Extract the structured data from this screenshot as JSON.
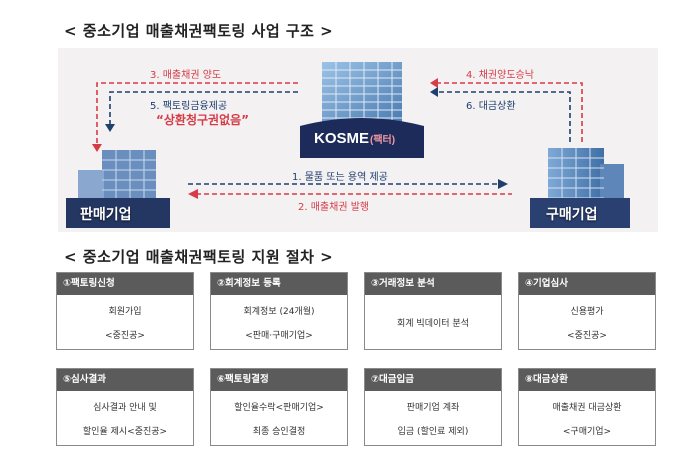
{
  "structure": {
    "title": "< 중소기업 매출채권팩토링 사업 구조 >",
    "labels": {
      "assign": "3. 매출채권 양도",
      "funding": "5. 팩토링금융제공",
      "no_recourse": "“상환청구권없음”",
      "approval": "4. 채권양도승낙",
      "repay": "6. 대금상환",
      "supply": "1. 물품 또는 용역 제공",
      "issue": "2. 매출채권 발행"
    },
    "center": {
      "logo_text": "KOSME",
      "logo_tag": "팩터"
    },
    "seller": "판매기업",
    "buyer": "구매기업"
  },
  "procedure": {
    "title": "< 중소기업 매출채권팩토링 지원 절차 >",
    "steps": [
      {
        "title": "①팩토링신청",
        "lines": [
          "회원가입",
          "<중진공>"
        ]
      },
      {
        "title": "②회계정보 등록",
        "lines": [
          "회계정보 (24개월)",
          "<판매·구매기업>"
        ]
      },
      {
        "title": "③거래정보 분석",
        "lines": [
          "회계 빅데이터 분석"
        ]
      },
      {
        "title": "④기업심사",
        "lines": [
          "신용평가",
          "<중진공>"
        ]
      },
      {
        "title": "⑤심사결과",
        "lines": [
          "심사결과 안내 및",
          "할인율 제시<중진공>"
        ]
      },
      {
        "title": "⑥팩토링결정",
        "lines": [
          "할인율수락<판매기업>",
          "최종 승인결정"
        ]
      },
      {
        "title": "⑦대금입금",
        "lines": [
          "판매기업 계좌",
          "입금 (할인료 제외)"
        ]
      },
      {
        "title": "⑧대금상환",
        "lines": [
          "매출채권 대금상환",
          "<구매기업>"
        ]
      }
    ]
  },
  "colors": {
    "red": "#d63b47",
    "navy": "#1f3f6e",
    "panel": "#f3f1f2",
    "step_header": "#5b5b5b"
  }
}
